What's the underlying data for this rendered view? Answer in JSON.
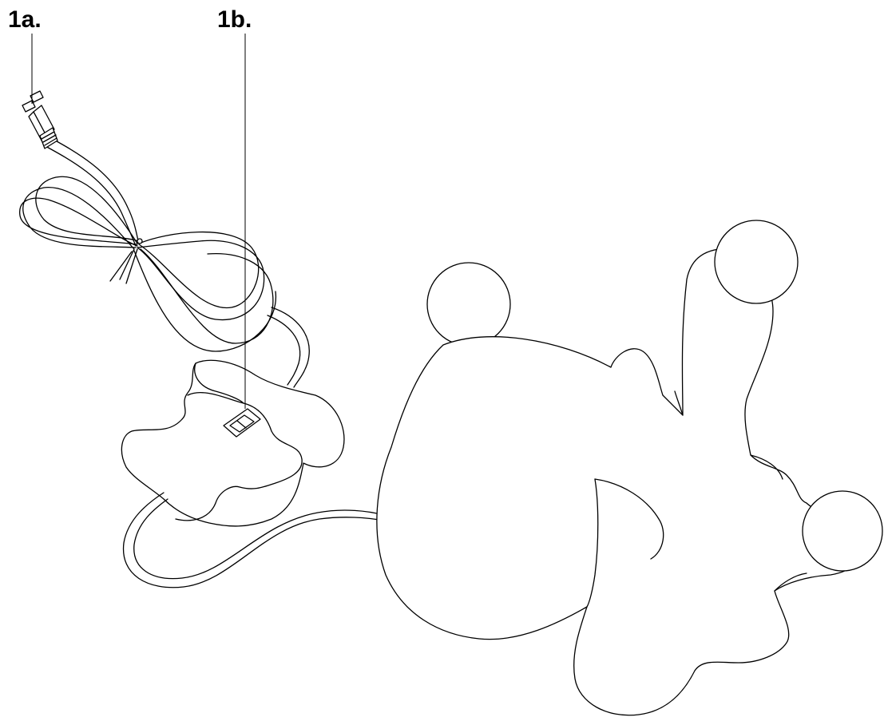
{
  "callouts": [
    {
      "id": "1a",
      "label": "1a."
    },
    {
      "id": "1b",
      "label": "1b."
    }
  ]
}
